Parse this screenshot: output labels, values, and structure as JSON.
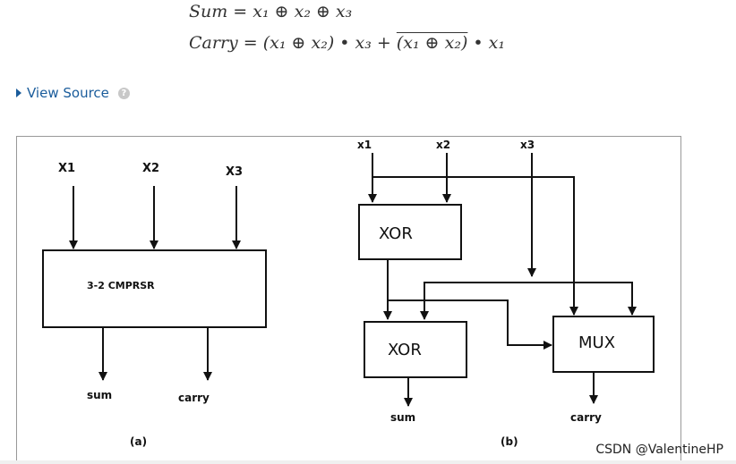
{
  "formulas": {
    "sum": "Sum = x₁ ⊕ x₂ ⊕ x₃",
    "carry_prefix": "Carry = (x₁ ⊕ x₂) • x₃ + ",
    "carry_overlined": "(x₁ ⊕ x₂)",
    "carry_suffix": " • x₁"
  },
  "view_source": {
    "label": "View Source",
    "icon": "caret-right-icon",
    "help_icon": "help-icon",
    "help_glyph": "?"
  },
  "figure": {
    "left_diagram": {
      "inputs": [
        "X1",
        "X2",
        "X3"
      ],
      "block_label": "3-2 CMPRSR",
      "outputs": [
        "sum",
        "carry"
      ],
      "caption": "(a)"
    },
    "right_diagram": {
      "inputs": [
        "x1",
        "x2",
        "x3"
      ],
      "xor1_label": "XOR",
      "xor2_label": "XOR",
      "mux_label": "MUX",
      "outputs": [
        "sum",
        "carry"
      ],
      "caption": "(b)"
    }
  },
  "watermark": "CSDN @ValentineHP"
}
